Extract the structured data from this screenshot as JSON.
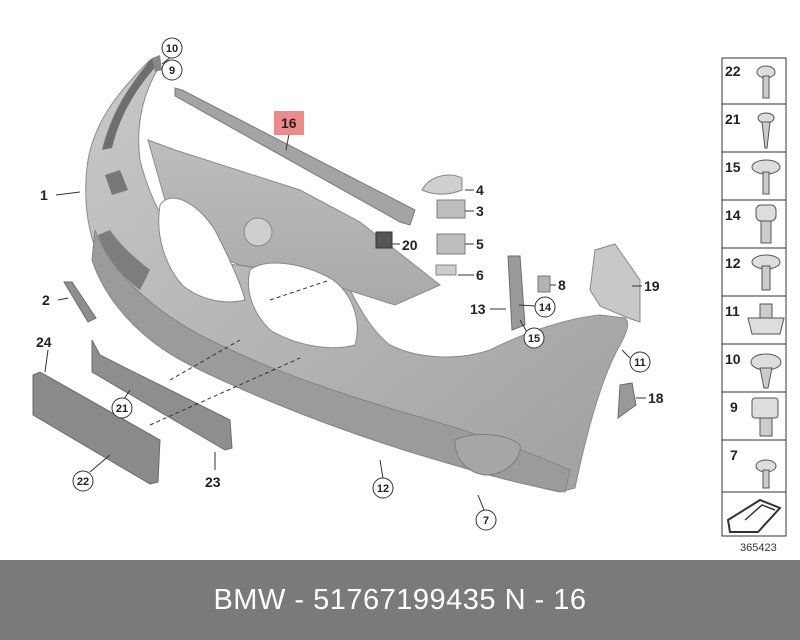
{
  "diagram": {
    "reference_number": "365423",
    "highlighted_part": "16",
    "highlight_color": "#f08a8a",
    "callouts": {
      "p1": "1",
      "p2": "2",
      "p3": "3",
      "p4": "4",
      "p5": "5",
      "p6": "6",
      "p7": "7",
      "p8": "8",
      "p9": "9",
      "p10": "10",
      "p11": "11",
      "p12": "12",
      "p13": "13",
      "p14": "14",
      "p15": "15",
      "p16": "16",
      "p18": "18",
      "p19": "19",
      "p20": "20",
      "p21": "21",
      "p22": "22",
      "p23": "23",
      "p24": "24"
    },
    "legend": [
      {
        "label": "22",
        "icon": "screw-icon"
      },
      {
        "label": "21",
        "icon": "flat-screw-icon"
      },
      {
        "label": "15",
        "icon": "washer-screw-icon"
      },
      {
        "label": "14",
        "icon": "bolt-icon"
      },
      {
        "label": "12",
        "icon": "flange-screw-icon"
      },
      {
        "label": "11",
        "icon": "clip-nut-icon"
      },
      {
        "label": "10",
        "icon": "expansion-rivet-icon"
      },
      {
        "label": "9",
        "icon": "clip-icon"
      },
      {
        "label": "7",
        "icon": "rivet-icon"
      }
    ]
  },
  "footer": {
    "text": "BMW - 51767199435     N - 16"
  }
}
